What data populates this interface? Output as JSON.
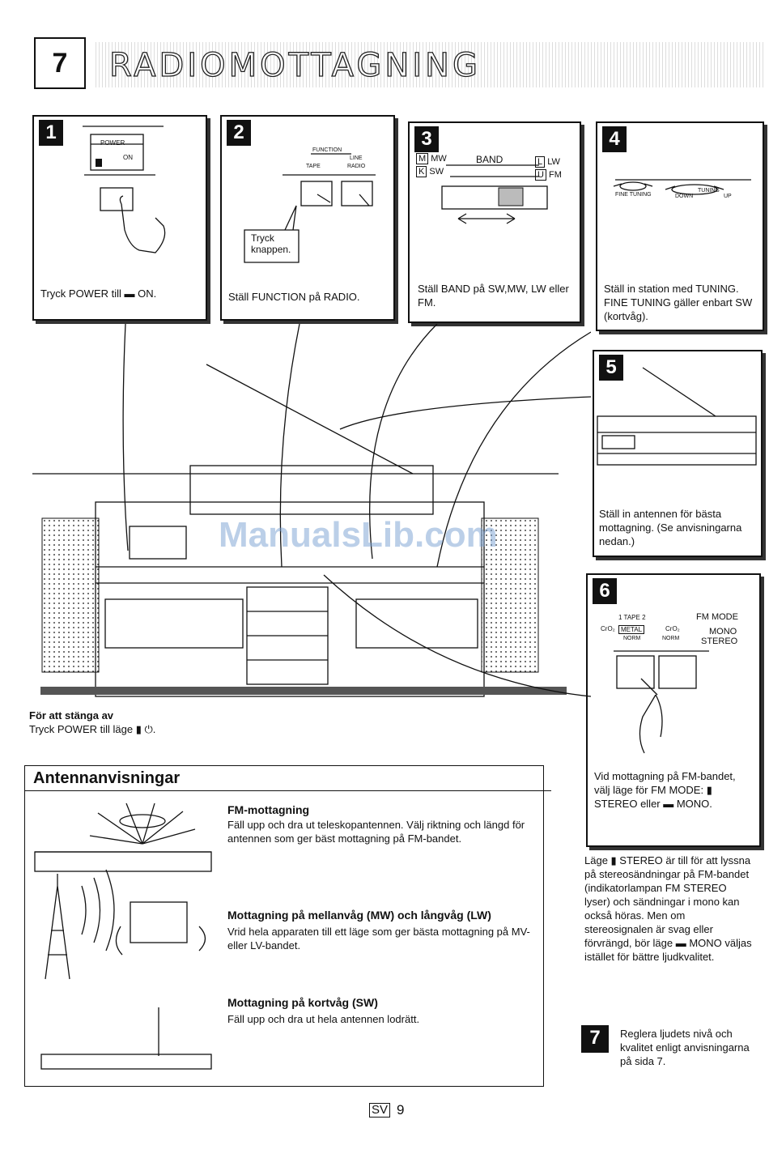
{
  "section": {
    "number": "7",
    "title": "RADIOMOTTAGNING"
  },
  "steps": [
    {
      "num": "1",
      "caption": "Tryck POWER till ▬ ON.",
      "labels": {
        "power": "POWER",
        "on": "ON"
      }
    },
    {
      "num": "2",
      "caption": "Ställ FUNCTION på RADIO.",
      "labels": {
        "function": "FUNCTION",
        "tape": "TAPE",
        "line": "LINE",
        "radio": "RADIO",
        "bubble": "Tryck knappen."
      }
    },
    {
      "num": "3",
      "caption": "Ställ BAND på SW,MW, LW eller FM.",
      "labels": {
        "band": "BAND",
        "mw": "MW",
        "sw": "SW",
        "lw": "LW",
        "fm": "FM",
        "m": "M",
        "k": "K",
        "l": "L",
        "u": "U"
      }
    },
    {
      "num": "4",
      "caption": "Ställ in station med TUNING. FINE TUNING gäller enbart SW (kortvåg).",
      "labels": {
        "fine_tuning": "FINE TUNING",
        "tuning": "TUNING",
        "down": "DOWN",
        "up": "UP"
      }
    },
    {
      "num": "5",
      "caption": "Ställ in antennen för bästa mottagning. (Se anvisningarna nedan.)"
    },
    {
      "num": "6",
      "caption": "Vid mottagning på FM-bandet, välj läge för FM MODE: ▮ STEREO eller ▬ MONO.",
      "labels": {
        "tape": "TAPE",
        "fm_mode": "FM MODE",
        "mono": "MONO",
        "stereo": "STEREO",
        "metal": "METAL",
        "cro2": "CrO₂",
        "norm1": "NORM",
        "norm2": "NORM",
        "t1": "1",
        "t2": "2"
      }
    }
  ],
  "off_note": {
    "title": "För att stänga av",
    "text": "Tryck POWER till läge ▮ ⏻."
  },
  "watermark": "ManualsLib.com",
  "antenna": {
    "heading": "Antennanvisningar",
    "items": [
      {
        "title": "FM-mottagning",
        "text": "Fäll upp och dra ut teleskopantennen. Välj riktning och längd för antennen som ger bäst mottagning på FM-bandet."
      },
      {
        "title": "Mottagning på mellanvåg (MW) och långvåg (LW)",
        "text": "Vrid hela apparaten till ett läge som ger bästa mottagning på MV- eller LV-bandet."
      },
      {
        "title": "Mottagning på kortvåg (SW)",
        "text": "Fäll upp och dra ut hela antennen lodrätt."
      }
    ]
  },
  "stereo_note": "Läge ▮ STEREO är till för att lyssna på stereosändningar på FM-bandet (indikatorlampan FM STEREO lyser) och sändningar i mono kan också höras. Men om stereosignalen är svag eller förvrängd, bör läge ▬ MONO väljas istället för bättre ljudkvalitet.",
  "step7": {
    "num": "7",
    "text": "Reglera ljudets nivå och kvalitet enligt anvisningarna på sida 7."
  },
  "footer": {
    "lang": "SV",
    "page": "9"
  }
}
